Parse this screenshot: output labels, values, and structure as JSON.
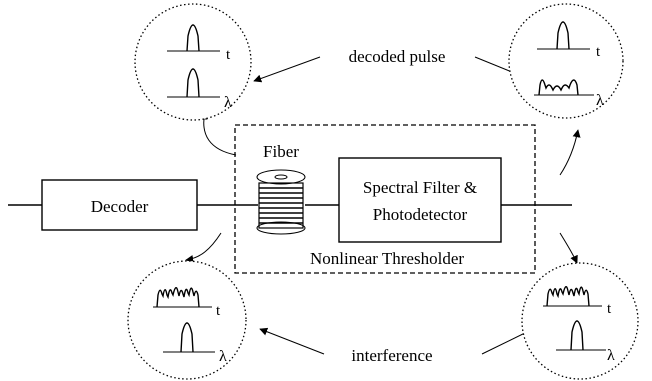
{
  "labels": {
    "decoded_pulse": "decoded pulse",
    "interference": "interference",
    "decoder": "Decoder",
    "fiber": "Fiber",
    "filter_line1": "Spectral Filter &",
    "filter_line2": "Photodetector",
    "thresholder": "Nonlinear Thresholder",
    "axis_t": "t",
    "axis_lambda": "λ"
  }
}
